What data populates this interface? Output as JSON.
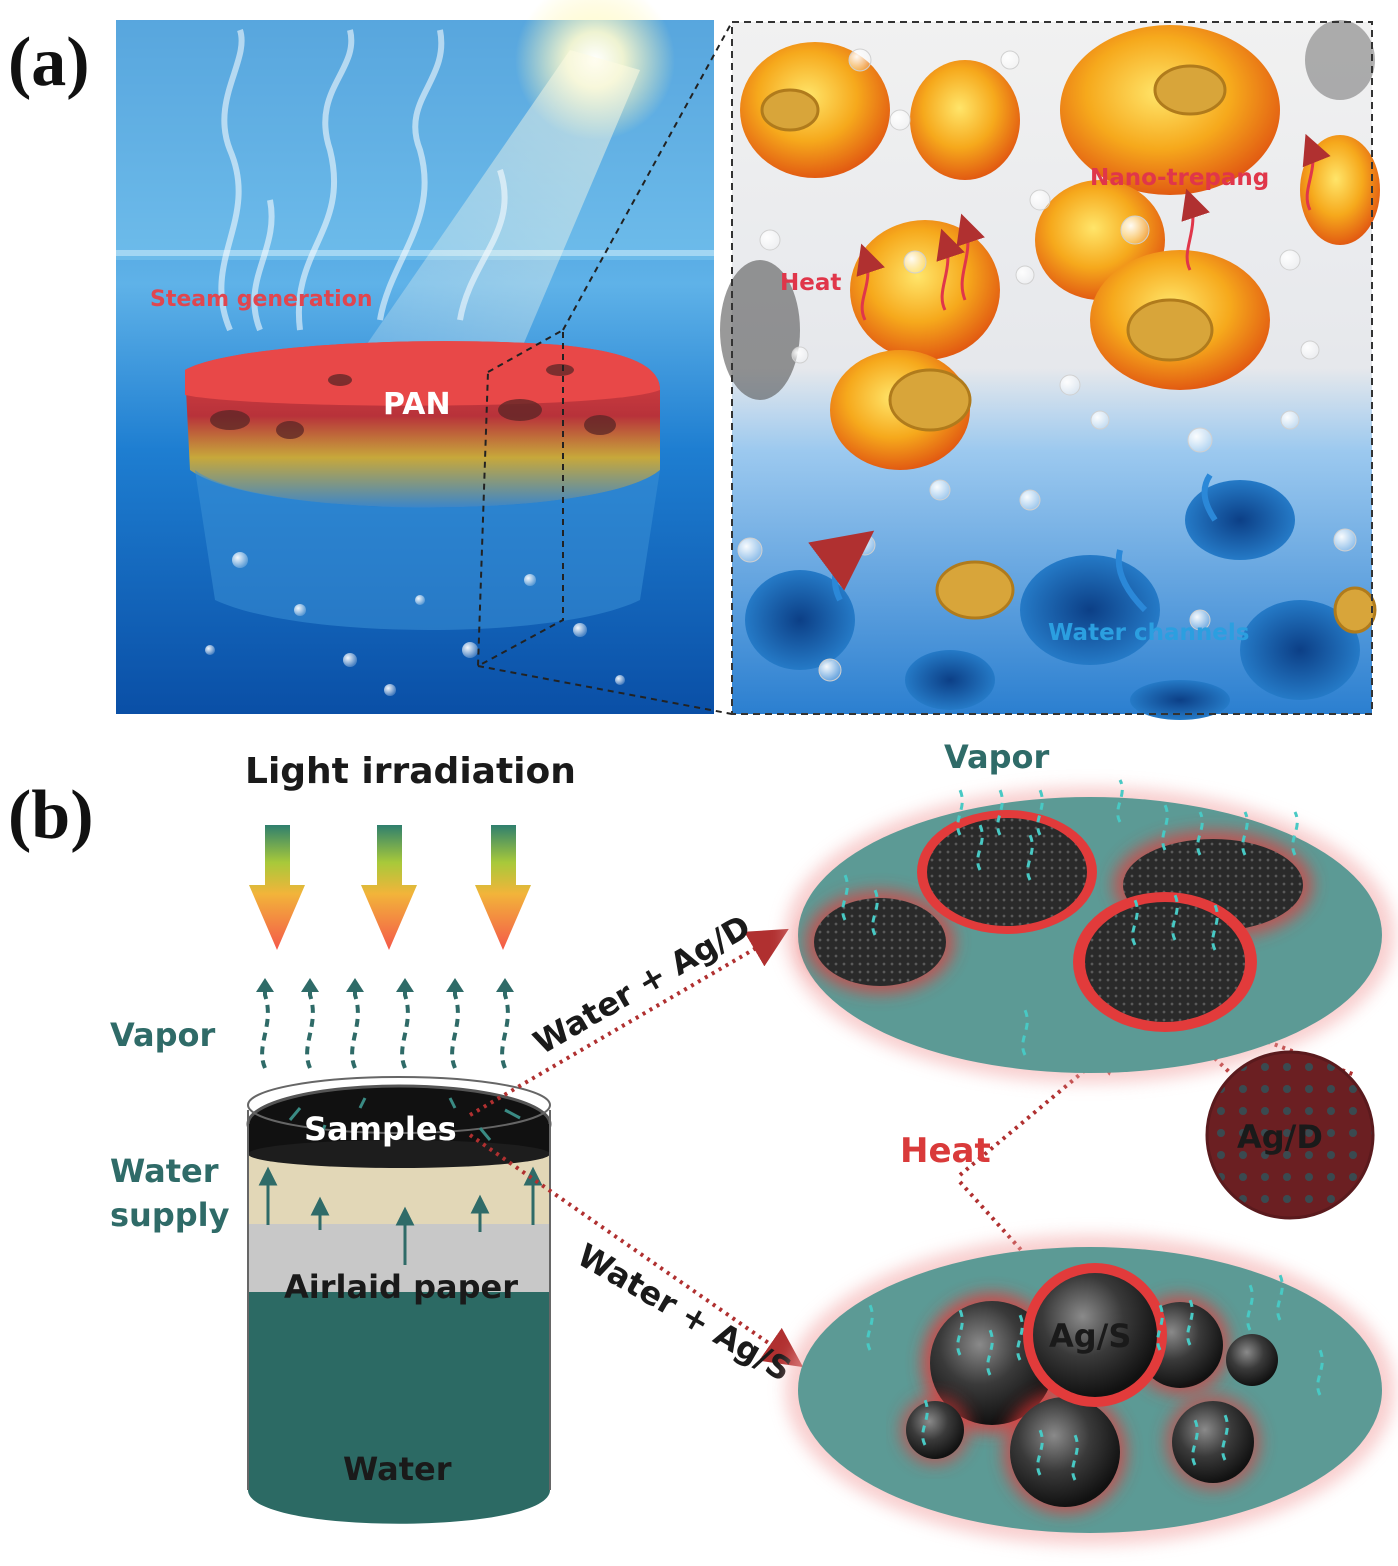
{
  "panel_a": {
    "letter": "(a)",
    "labels": {
      "steam_generation": "Steam generation",
      "pan": "PAN",
      "nano_trepang": "Nano-trepang",
      "heat": "Heat",
      "water_channels": "Water channels"
    }
  },
  "panel_b": {
    "letter": "(b)",
    "labels": {
      "light_irradiation": "Light irradiation",
      "vapor_left": "Vapor",
      "water_supply_1": "Water",
      "water_supply_2": "supply",
      "samples": "Samples",
      "airlaid_paper": "Airlaid paper",
      "water": "Water",
      "water_ag_d": "Water + Ag/D",
      "water_ag_s": "Water + Ag/S",
      "vapor_right": "Vapor",
      "heat": "Heat",
      "ag_d": "Ag/D",
      "ag_s": "Ag/S"
    }
  },
  "colors": {
    "teal": "#2f6b68",
    "heat_red": "#d93a3a",
    "ellipse_fill": "#5c9a95",
    "water_dark": "#2c6a64"
  }
}
